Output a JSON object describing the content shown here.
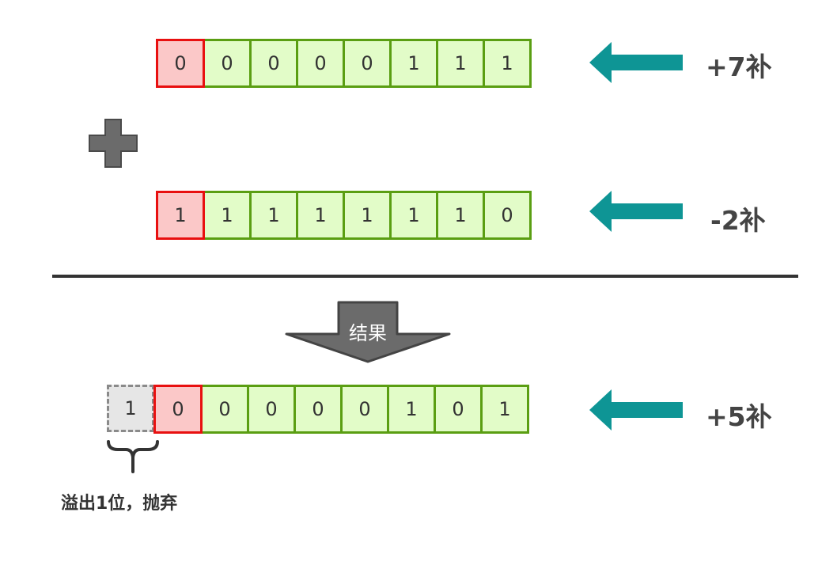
{
  "rows": [
    {
      "label": "+7补",
      "bits": [
        "0",
        "0",
        "0",
        "0",
        "0",
        "1",
        "1",
        "1"
      ]
    },
    {
      "label": "-2补",
      "bits": [
        "1",
        "1",
        "1",
        "1",
        "1",
        "1",
        "1",
        "0"
      ]
    },
    {
      "label": "+5补",
      "overflow_bit": "1",
      "bits": [
        "0",
        "0",
        "0",
        "0",
        "0",
        "1",
        "0",
        "1"
      ]
    }
  ],
  "result_label": "结果",
  "overflow_note": "溢出1位，抛弃",
  "colors": {
    "sign_fill": "#fbc8c8",
    "sign_border": "#e81010",
    "bit_fill": "#e2fcc8",
    "bit_border": "#5a9e12",
    "arrow": "#0e9595",
    "plus": "#6b6b6b",
    "divider": "#333333"
  }
}
